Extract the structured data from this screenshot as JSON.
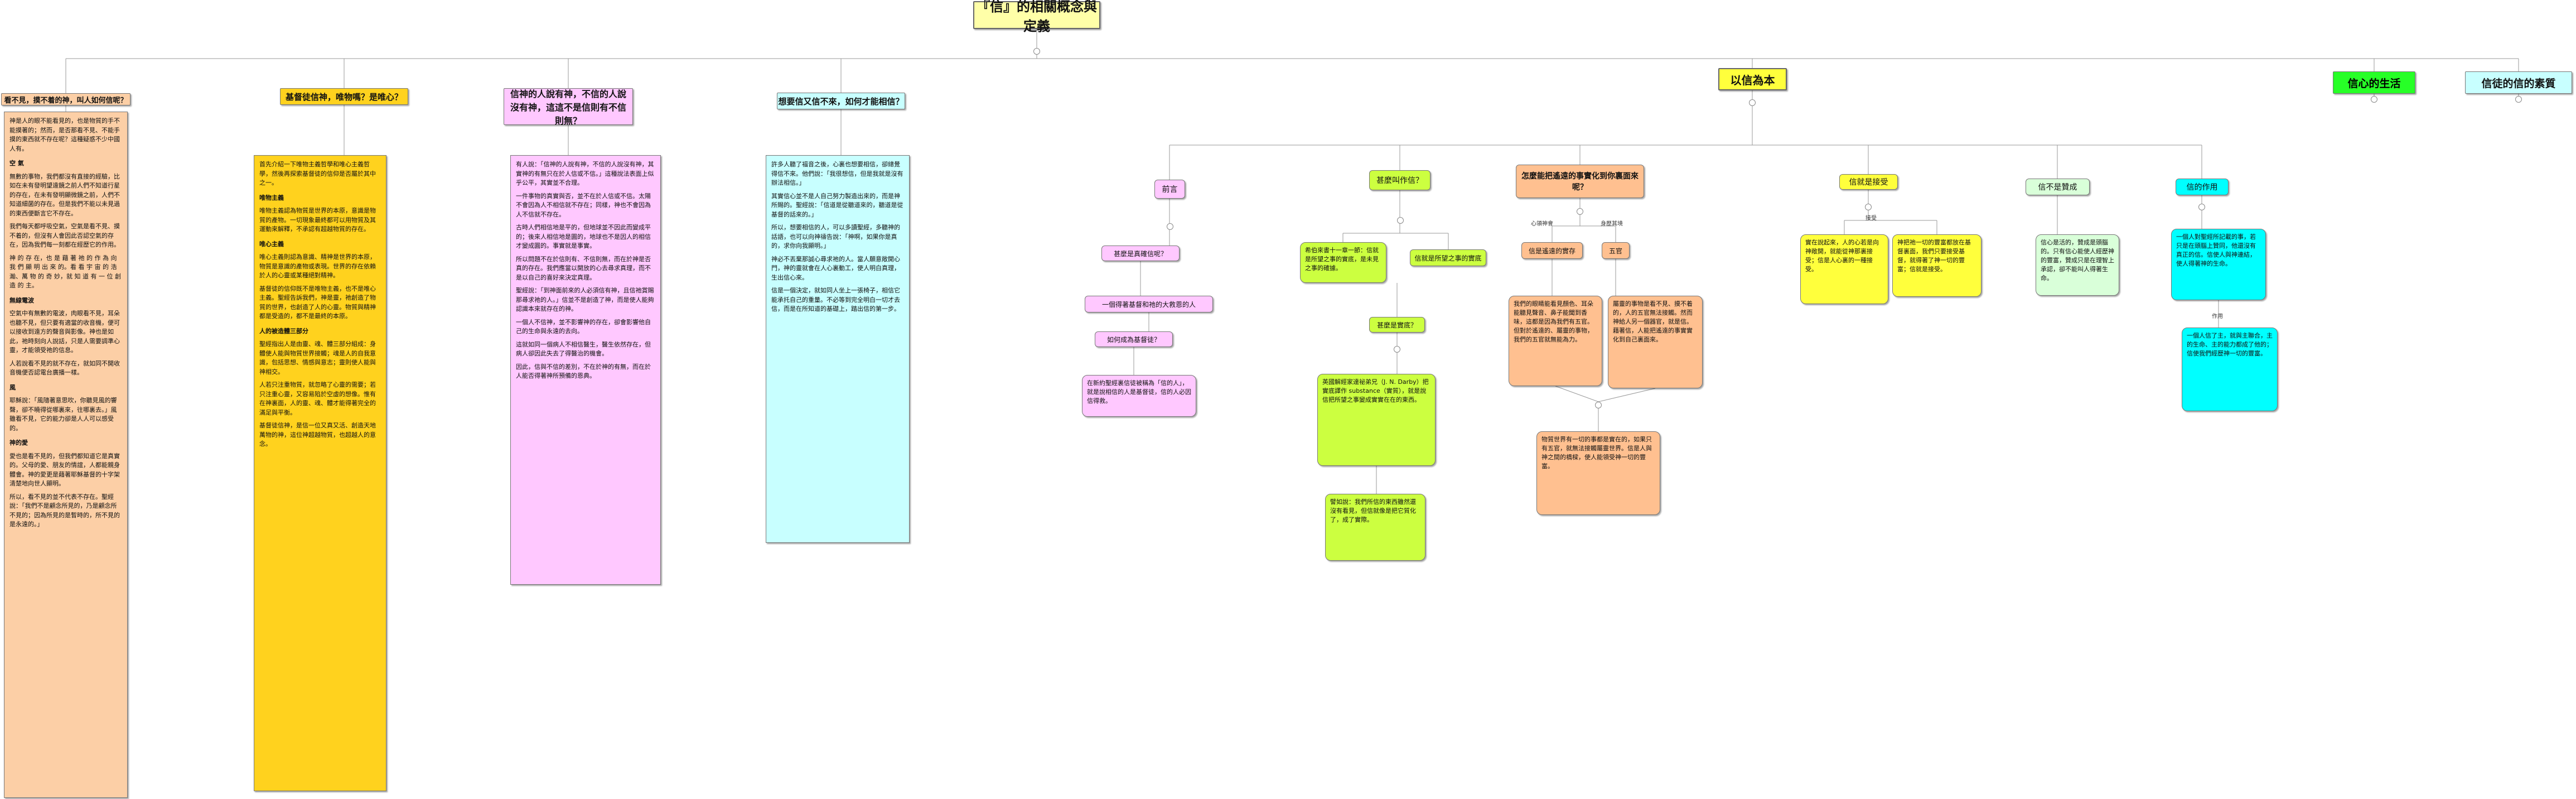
{
  "title": "『信』的相關概念與定義",
  "root_branches": [
    {
      "title": "看不見，摸不着的神，叫人如何信呢？",
      "paragraphs": [
        "神是人的眼不能看見的，也是物質的手不能摸著的；然而，是否那看不見、不能手摸的東西就不存在呢？這種疑惑不少中國人有。",
        "空 氣",
        "無數的事物，我們都沒有直接的經驗，比如在未有發明望遠鏡之前人們不知道行星的存在，在未有發明顯微鏡之前，人們不知道細菌的存在。但是我們不能以未見過的東西便斷言它不存在。",
        "我們每天都呼吸空氣，空氣是看不見、摸不着的，但沒有人會因此否認空氣的存在，因為我們每一刻都在經歷它的作用。",
        "神 的 存 在，也 是 藉 著 祂 的 作 為 向 我 們 顯 明 出 來 的。看 看 宇 宙 的 浩 瀚、萬 物 的 奇 妙，就 知 道 有 一 位 創 造 的 主。",
        "無線電波",
        "空氣中有無數的電波，肉眼看不見，耳朵也聽不見，但只要有適當的收音機，便可以接收到遠方的聲音與影像。神也是如此，祂時刻向人說話，只是人需要調準心靈，才能領受祂的信息。",
        "人若說看不見的就不存在，就如同不開收音機便否認電台廣播一樣。",
        "風",
        "耶穌說：「風隨著意思吹，你聽見風的響聲，卻不曉得從哪裏來，往哪裏去。」風雖看不見，它的能力卻是人人可以感受的。",
        "神的愛",
        "愛也是看不見的，但我們都知道它是真實的。父母的愛、朋友的情誼，人都能親身體會。神的愛更是藉著耶穌基督的十字架清楚地向世人顯明。",
        "所以，看不見的並不代表不存在。聖經說：「我們不是顧念所見的，乃是顧念所不見的；因為所見的是暫時的，所不見的是永遠的。」"
      ]
    },
    {
      "title": "基督徒信神，唯物嗎？是唯心？",
      "paragraphs": [
        "首先介紹一下唯物主義哲學和唯心主義哲學，然後再探索基督徒的信仰是否屬於其中之一。",
        "唯物主義",
        "唯物主義認為物質是世界的本原，意識是物質的產物。一切現象最終都可以用物質及其運動來解釋，不承認有超越物質的存在。",
        "唯心主義",
        "唯心主義則認為意識、精神是世界的本原，物質是意識的產物或表現。世界的存在依賴於人的心靈或某種絕對精神。",
        "基督徒的信仰既不是唯物主義，也不是唯心主義。聖經告訴我們，神是靈，祂創造了物質的世界，也創造了人的心靈。物質與精神都是受造的，都不是最終的本原。",
        "人的被造體三部分",
        "聖經指出人是由靈、魂、體三部分組成：身體使人能與物質世界接觸；魂是人的自我意識，包括思想、情感與意志；靈則使人能與神相交。",
        "人若只注重物質，就忽略了心靈的需要；若只注重心靈，又容易陷於空虛的想像。惟有在神裏面，人的靈、魂、體才能得著完全的滿足與平衡。",
        "基督徒信神，是信一位又真又活、創造天地萬物的神，這位神超越物質，也超越人的意念。"
      ]
    },
    {
      "title": "信神的人說有神，不信的人說沒有神，這這不是信則有不信則無？",
      "paragraphs": [
        "有人說：「信神的人說有神，不信的人說沒有神，其實神的有無只在於人信或不信。」這種說法表面上似乎公平，其實並不合理。",
        "一件事物的真實與否，並不在於人信或不信。太陽不會因為人不相信就不存在；同樣，神也不會因為人不信就不存在。",
        "古時人們相信地是平的，但地球並不因此而變成平的；後來人相信地是圓的，地球也不是因人的相信才變成圓的。事實就是事實。",
        "所以問題不在於信則有、不信則無，而在於神是否真的存在。我們應當以開放的心去尋求真理，而不是以自己的喜好來決定真理。",
        "聖經說：「到神面前來的人必須信有神，且信祂賞賜那尋求祂的人。」信並不是創造了神，而是使人能夠認識本來就存在的神。",
        "一個人不信神，並不影響神的存在，卻會影響他自己的生命與永遠的去向。",
        "這就如同一個病人不相信醫生，醫生依然存在，但病人卻因此失去了得醫治的機會。",
        "因此，信與不信的差別，不在於神的有無，而在於人能否得著神所預備的恩典。"
      ]
    },
    {
      "title": "想要信又信不來，如何才能相信？",
      "paragraphs": [
        "許多人聽了福音之後，心裏也想要相信，卻總覺得信不來。他們說：「我很想信，但是我就是沒有辦法相信。」",
        "其實信心並不是人自己努力製造出來的，而是神所賜的。聖經說：「信道是從聽道來的，聽道是從基督的話來的。」",
        "所以，想要相信的人，可以多讀聖經，多聽神的話語，也可以向神禱告說：「神啊，如果你是真的，求你向我顯明。」",
        "神必不丟棄那誠心尋求祂的人。當人願意敞開心門，神的靈就會在人心裏動工，使人明白真理，生出信心來。",
        "信是一個決定，就如同人坐上一張椅子，相信它能承托自己的重量。不必等到完全明白一切才去信，而是在所知道的基礎上，踏出信的第一步。"
      ]
    }
  ],
  "yi_xin": {
    "title": "以信為本",
    "branches": [
      {
        "title": "前言",
        "chain": [
          "甚麼是真確信呢？",
          "一個得著基督和祂的大救恩的人",
          "如何成為基督徒？"
        ],
        "note": "在新約聖經裏信徒被稱為「信的人」，就是說相信的人是基督徒，信的人必因信得救。"
      },
      {
        "title": "甚麼叫作信？",
        "left": "希伯來書十一章一節：信就是所望之事的實底，是未見之事的確據。",
        "right": "信就是所望之事的實底",
        "question": "甚麼是實底？",
        "note": "英國解經家達祕弟兄（J. N. Darby）把實底譯作 substance（實質），就是說信把所望之事變成實實在在的東西。",
        "bottom": "譬如說：我們所信的東西雖然還沒有看見，但信就像是把它質化了，成了實際。"
      },
      {
        "title": "怎麼能把遙遠的事實化到你裏面來呢？",
        "left_label": "心領神會",
        "right_label": "身歷其境",
        "left_node": "信是遙遠的實存",
        "right_node": "五官",
        "left_box": "我們的眼睛能看見顏色、耳朵能聽見聲音、鼻子能聞到香味，這都是因為我們有五官。但對於遙遠的、屬靈的事物，我們的五官就無能為力。",
        "right_box": "屬靈的事物是看不見、摸不着的，人的五官無法接觸。然而神給人另一個器官，就是信。藉著信，人能把遙遠的事實實化到自己裏面來。",
        "bottom": "物質世界有一切的事都是實在的，如果只有五官，就無法接觸屬靈世界。信是人與神之間的橋樑，使人能領受神一切的豐富。"
      },
      {
        "title": "信就是接受",
        "label": "接受",
        "left": "實在說起來，人的心若是向神敞開，就能從神那裏接受；信是人心裏的一種接受。",
        "right": "神把祂一切的豐富都放在基督裏面，我們只要接受基督，就得著了神一切的豐富；信就是接受。"
      },
      {
        "title": "信不是贊成",
        "box": "信心是活的，贊成是頭腦的。只有信心能使人經歷神的豐富，贊成只是在理智上承認，卻不能叫人得著生命。"
      },
      {
        "title": "信的作用",
        "box1": "一個人對聖經所記載的事，若只是在頭腦上贊同，他還沒有真正的信。信使人與神連結，使人得著神的生命。",
        "label": "作用",
        "box2": "一個人信了主，就與主聯合，主的生命、主的能力都成了他的；信使我們經歷神一切的豐富。"
      }
    ]
  },
  "life": "信心的生活",
  "quality": "信徒的信的素質",
  "colors": {
    "title_fill": "#ffffa8",
    "peach": "#fccfa6",
    "yellow": "#ffd21e",
    "pink": "#ffc8ff",
    "cyan": "#c8ffff",
    "yellow_hdr": "#ffff3c",
    "green": "#27ff27",
    "lime": "#ccff40",
    "orange_hdr": "#ffc090",
    "light_green": "#d9ffd9",
    "aqua": "#00ffff",
    "line": "#999999"
  }
}
